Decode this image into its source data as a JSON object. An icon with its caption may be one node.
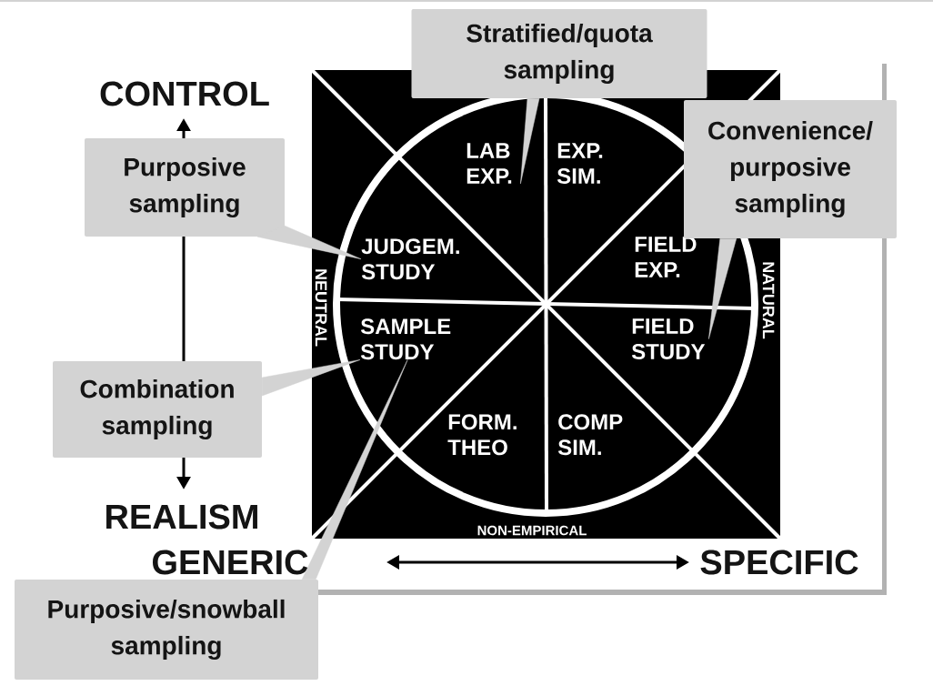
{
  "diagram": {
    "nodes": [
      {
        "text": [
          "LAB EXP."
        ]
      },
      {
        "text": [
          "EXP. SIM."
        ]
      },
      {
        "text": [
          "JUDGEM. STUDY"
        ]
      },
      {
        "text": [
          "FIELD EXP."
        ]
      },
      {
        "text": [
          "SAMPLE STUDY"
        ]
      },
      {
        "text": [
          "FIELD STUDY"
        ]
      },
      {
        "text": [
          "FORM. THEO"
        ]
      },
      {
        "text": [
          "COMP SIM."
        ]
      },
      {
        "text": [
          "Stratified/quota sampling"
        ]
      },
      {
        "text": [
          "Purposive sampling"
        ]
      },
      {
        "text": [
          "Convenience/ purposive sampling"
        ]
      },
      {
        "text": [
          "Combination sampling"
        ]
      },
      {
        "text": [
          "Purposive/snowball sampling"
        ]
      }
    ],
    "edges": [
      {
        "from": 8,
        "to": 0,
        "arrow": "none"
      },
      {
        "from": 9,
        "to": 2,
        "arrow": "none"
      },
      {
        "from": 10,
        "to": 5,
        "arrow": "none"
      },
      {
        "from": 11,
        "to": 4,
        "arrow": "none"
      },
      {
        "from": 12,
        "to": 4,
        "arrow": "none"
      }
    ],
    "labels": [
      "CONTROL",
      "NEUTRAL",
      "NATURAL",
      "REALISM",
      "NON-EMPIRICAL",
      "GENERIC",
      "SPECIFIC"
    ]
  }
}
